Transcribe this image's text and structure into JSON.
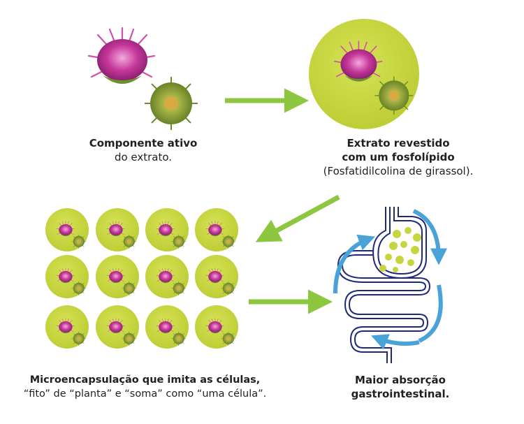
{
  "steps": [
    {
      "title_lines": [
        "Componente ativo"
      ],
      "subtitle": "do extrato."
    },
    {
      "title_lines": [
        "Extrato revestido",
        "com um fosfolípido"
      ],
      "subtitle": "(Fosfatidilcolina de girassol)."
    },
    {
      "title_lines": [
        "Microencapsulação que imita as células,"
      ],
      "subtitle": "“fito” de “planta” e “soma” como “uma célula”."
    },
    {
      "title_lines": [
        "Maior absorção",
        "gastrointestinal."
      ],
      "subtitle": ""
    }
  ],
  "colors": {
    "capsule": "#c7d640",
    "arrow_green": "#8dc63f",
    "arrow_blue": "#4aa3d8",
    "gut_line": "#1f2a7a",
    "flower_pink": "#c6389a",
    "thistle_green": "#7a9a35"
  },
  "icons": [
    "thistle-flower-icon",
    "capsule-icon",
    "digestive-tract-icon",
    "arrow-icon"
  ]
}
